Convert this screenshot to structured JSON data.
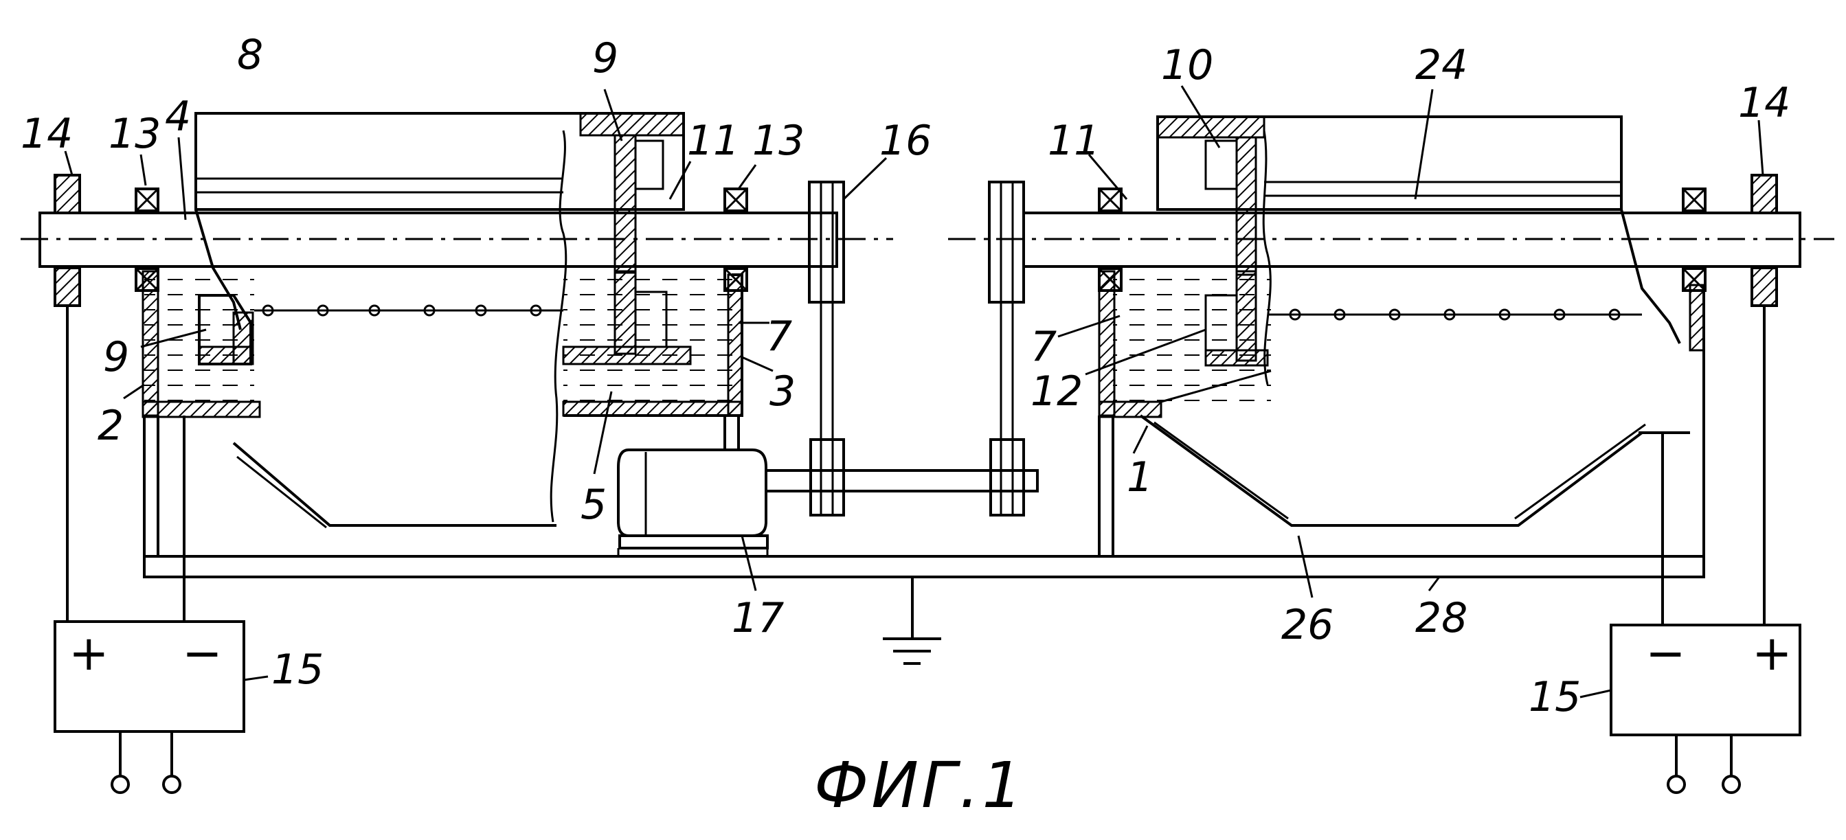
{
  "figure": {
    "caption": "ФИГ.1",
    "labels": {
      "l14_left": "14",
      "l13_left": "13",
      "l4": "4",
      "l8": "8",
      "l9_top": "9",
      "l11_left": "11",
      "l13_mid": "13",
      "l16": "16",
      "l9_left": "9",
      "l2": "2",
      "l7_left": "7",
      "l3": "3",
      "l5": "5",
      "l17": "17",
      "l10": "10",
      "l24": "24",
      "l14_right": "14",
      "l11_right": "11",
      "l7_right": "7",
      "l12": "12",
      "l1": "1",
      "l26": "26",
      "l28": "28",
      "l15_left": "15",
      "l15_right": "15"
    },
    "power_left": {
      "plus": "+",
      "minus": "−"
    },
    "power_right": {
      "plus": "+",
      "minus": "−"
    }
  }
}
